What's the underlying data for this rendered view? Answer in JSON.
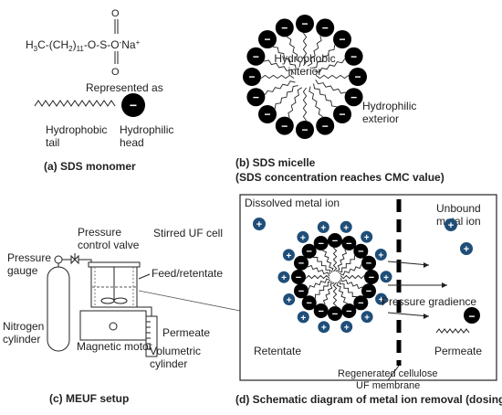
{
  "panel_a": {
    "formula_left": "H",
    "formula_3": "3",
    "formula_mid": "C-(CH",
    "formula_2": "2",
    "formula_close": ")",
    "formula_11": "11",
    "formula_right": "-O-S-O",
    "formula_minus": "-",
    "formula_na": "Na",
    "formula_plus": "+",
    "oxygen_top": "O",
    "oxygen_bottom": "O",
    "represented_as": "Represented as",
    "tail_label_1": "Hydrophobic",
    "tail_label_2": "tail",
    "head_label_1": "Hydrophilic",
    "head_label_2": "head",
    "caption": "(a) SDS monomer"
  },
  "panel_b": {
    "interior_1": "Hydrophobic",
    "interior_2": "interior",
    "exterior_1": "Hydrophilic",
    "exterior_2": "exterior",
    "caption_1": "(b) SDS micelle",
    "caption_2": "(SDS concentration reaches CMC value)"
  },
  "panel_c": {
    "pressure_control_1": "Pressure",
    "pressure_control_2": "control valve",
    "stirred_cell": "Stirred UF cell",
    "pressure_gauge_1": "Pressure",
    "pressure_gauge_2": "gauge",
    "feed": "Feed/retentate",
    "nitrogen_1": "Nitrogen",
    "nitrogen_2": "cylinder",
    "permeate": "Permeate",
    "magnetic_motor": "Magnetic motor",
    "volumetric_1": "Volumetric",
    "volumetric_2": "cylinder",
    "caption": "(c) MEUF setup"
  },
  "panel_d": {
    "dissolved": "Dissolved metal ion",
    "unbound_1": "Unbound",
    "unbound_2": "metal ion",
    "pressure_gradience": "Pressure gradience",
    "retentate": "Retentate",
    "permeate": "Permeate",
    "membrane_1": "Regenerated cellulose",
    "membrane_2": "UF membrane",
    "caption": "(d) Schematic diagram of metal ion removal (dosing SDS>CMC)"
  },
  "symbols": {
    "minus": "−",
    "plus": "+"
  },
  "colors": {
    "head": "#000000",
    "cation": "#1f4e79",
    "text": "#222222"
  }
}
